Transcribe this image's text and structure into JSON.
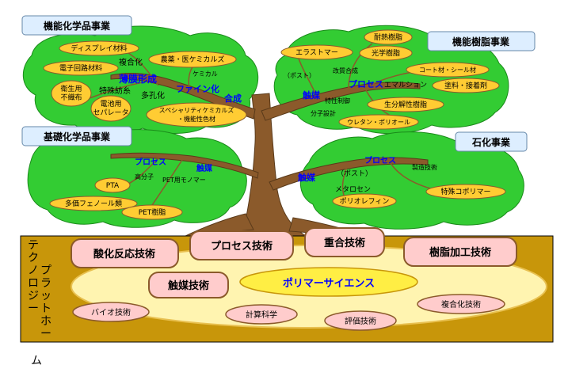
{
  "colors": {
    "leaf": "#33cc33",
    "leaf_dark": "#1a8a1a",
    "trunk": "#8b5a2b",
    "platform": "#c8960a",
    "oval_yellow": "#ffcc33",
    "pink_box": "#ffcccc",
    "blue_label_bg": "#ddeeff",
    "blue_text": "#0000ff"
  },
  "divisions": {
    "functional_chem": "機能化学品事業",
    "functional_resin": "機能樹脂事業",
    "basic_chem": "基礎化学品事業",
    "petrochem": "石化事業"
  },
  "products": {
    "display": "ディスプレイ材料",
    "electronic": "電子回路材料",
    "hygiene": "衛生用\n不織布",
    "battery": "電池用\nセパレータ",
    "agrochem": "農薬・医ケミカルズ",
    "specialty": "スペシャリティケミカルズ\n・機能性色材",
    "elastomer": "エラストマー",
    "heat_resin": "耐熱樹脂",
    "optical_resin": "光学樹脂",
    "coat": "コート材・シール材",
    "paint": "塗料・接着剤",
    "biodeg": "生分解性樹脂",
    "urethane": "ウレタン・ポリオール",
    "pta": "PTA",
    "phenols": "多価フェノール類",
    "pet": "PET樹脂",
    "special_copoly": "特殊コポリマー",
    "polyolefin": "ポリオレフィン"
  },
  "branch_text": {
    "fukugoka": "複合化",
    "hakumaku": "薄膜形成",
    "tokushu_bo": "特殊紡糸",
    "takoka": "多孔化",
    "fine_ka": "ファイン化",
    "gosei": "合成",
    "kazai": "ケミカル",
    "post_l": "（ポスト）",
    "catalyst_l": "触媒",
    "process_r": "プロセス",
    "emulsion": "エマルション",
    "kairyo": "改質合成",
    "tokusei": "特性制御",
    "bunsan": "分子設計",
    "kobunshi": "高分子",
    "pet_mono": "PET用モノマー",
    "process_b": "プロセス",
    "catalyst_b": "触媒",
    "catalyst_p": "触媒",
    "process_p": "プロセス",
    "post_p": "（ポスト）",
    "metallocene": "メタロセン",
    "seisan": "製造技術"
  },
  "platform": {
    "vertical_label": "テクノロジープラットホーム",
    "oxidation": "酸化反応技術",
    "process": "プロセス技術",
    "polymerization": "重合技術",
    "resin_processing": "樹脂加工技術",
    "catalyst": "触媒技術",
    "polymer_science": "ポリマーサイエンス",
    "bio": "バイオ技術",
    "computational": "計算科学",
    "evaluation": "評価技術",
    "composite": "複合化技術"
  }
}
